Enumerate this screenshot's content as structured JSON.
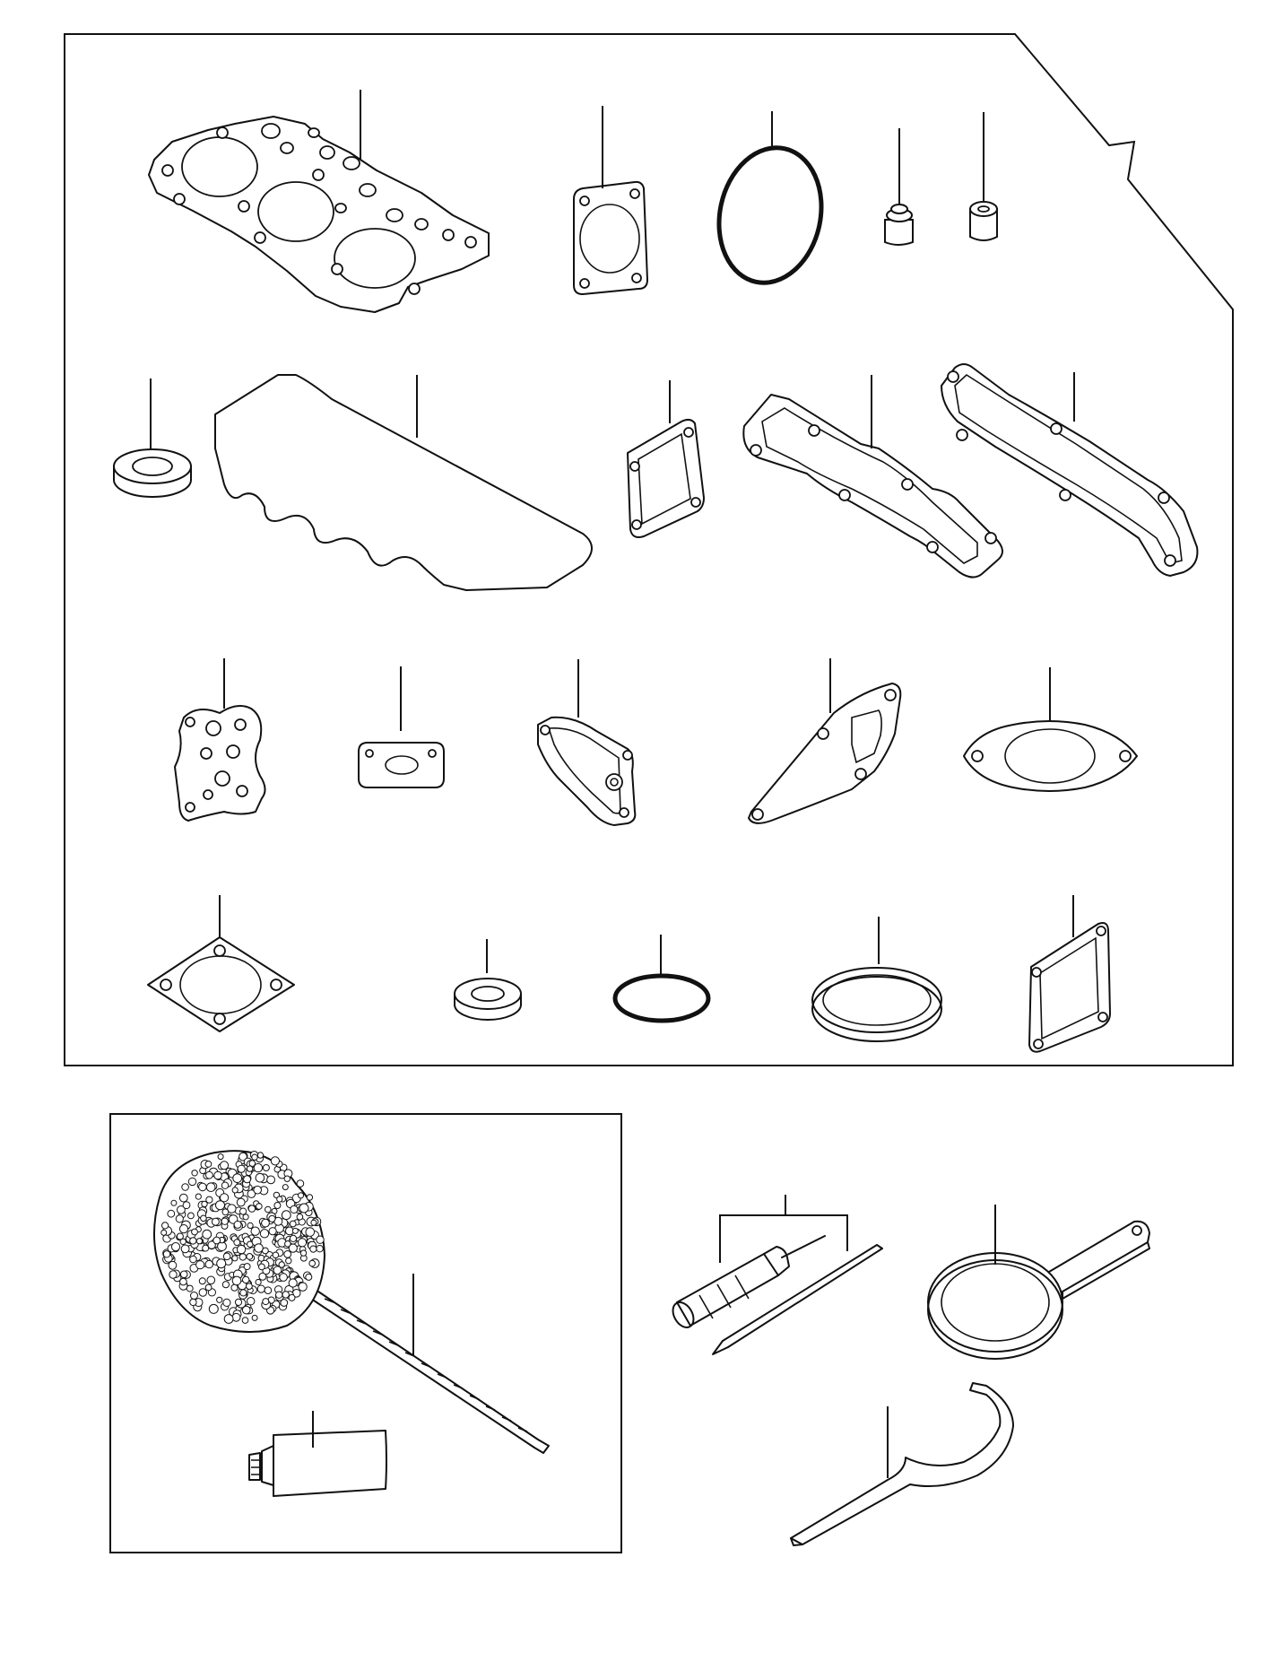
{
  "diagram": {
    "kit_panel": {
      "parts": [
        "cylinder-head-gasket",
        "square-flange-gasket",
        "large-o-ring",
        "valve-stem-seal",
        "small-bushing",
        "flat-washer",
        "valve-cover-gasket",
        "cover-gasket",
        "exhaust-manifold-gasket",
        "intake-manifold-gasket",
        "irregular-plate-gasket",
        "small-flange-gasket",
        "housing-gasket",
        "long-plate-gasket",
        "oval-flange-gasket",
        "square-flange-gasket-2",
        "thick-washer",
        "medium-o-ring",
        "large-sealing-ring",
        "square-cover-gasket"
      ]
    },
    "tools_panel": {
      "parts": [
        "cleaning-brush",
        "sealant-tube"
      ]
    },
    "loose_tools": {
      "parts": [
        "screwdriver-set",
        "ring-spanner",
        "hook-spanner"
      ]
    }
  }
}
